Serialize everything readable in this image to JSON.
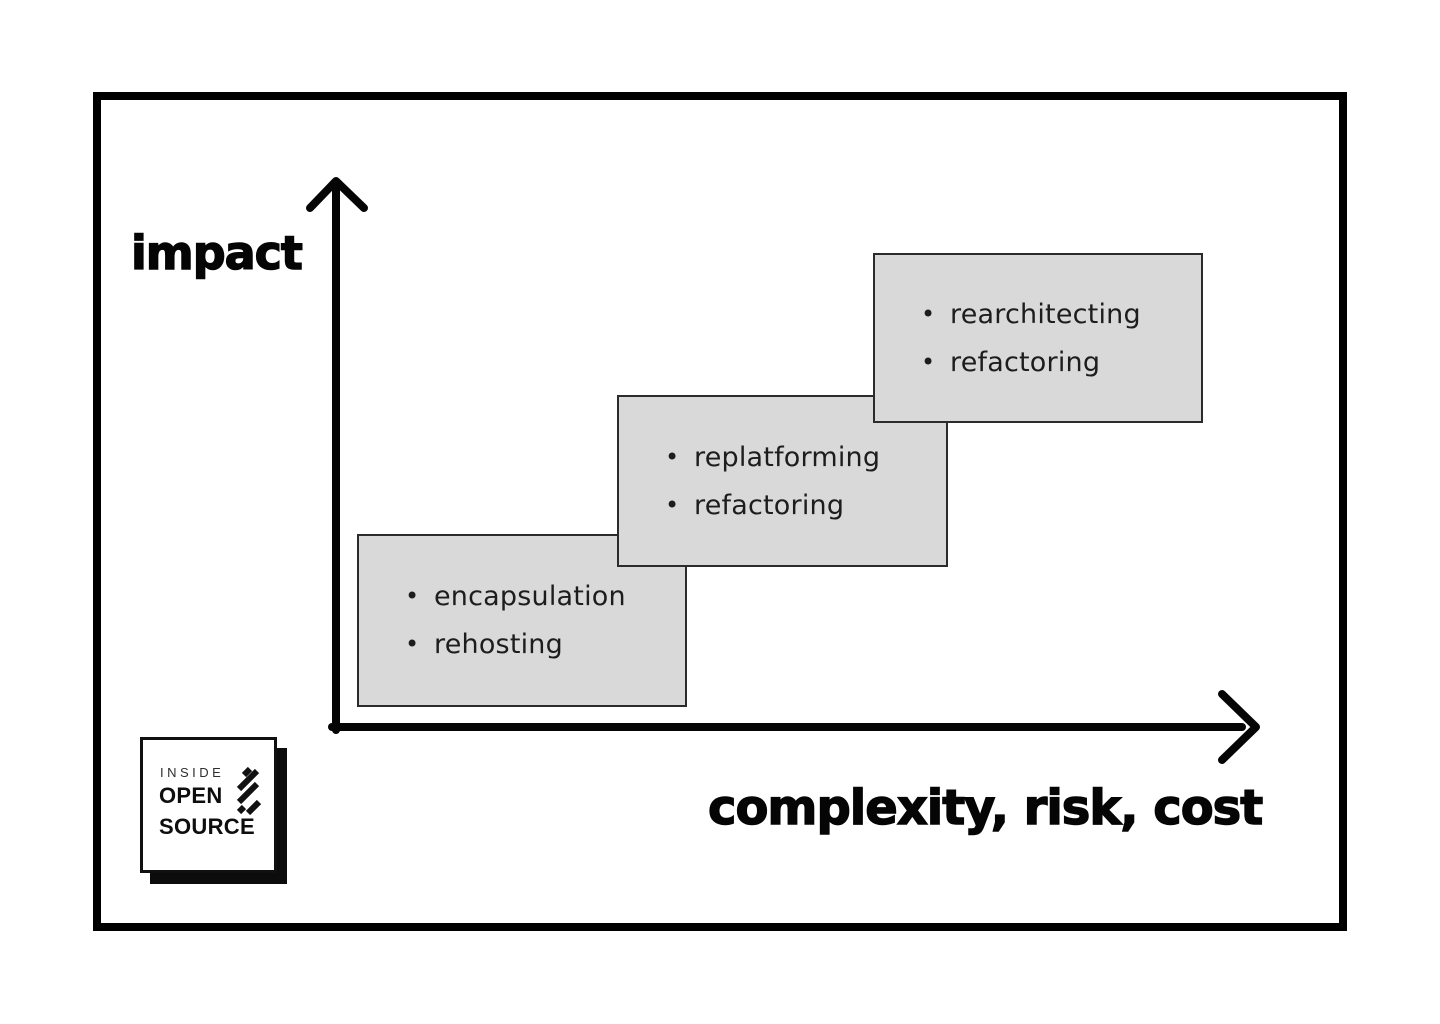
{
  "bullet_char": "•",
  "axes": {
    "y_label": "impact",
    "x_label": "complexity, risk, cost"
  },
  "diagram": {
    "boxes": [
      {
        "items": [
          "encapsulation",
          "rehosting"
        ]
      },
      {
        "items": [
          "replatforming",
          "refactoring"
        ]
      },
      {
        "items": [
          "rearchitecting",
          "refactoring"
        ]
      }
    ]
  },
  "logo": {
    "line1": "INSIDE",
    "line2": "OPEN",
    "line3": "SOURCE"
  },
  "colors": {
    "frame": "#000000",
    "box_fill": "#d9d9d9",
    "box_border": "#2b2b2b",
    "text": "#1d1d1d"
  }
}
